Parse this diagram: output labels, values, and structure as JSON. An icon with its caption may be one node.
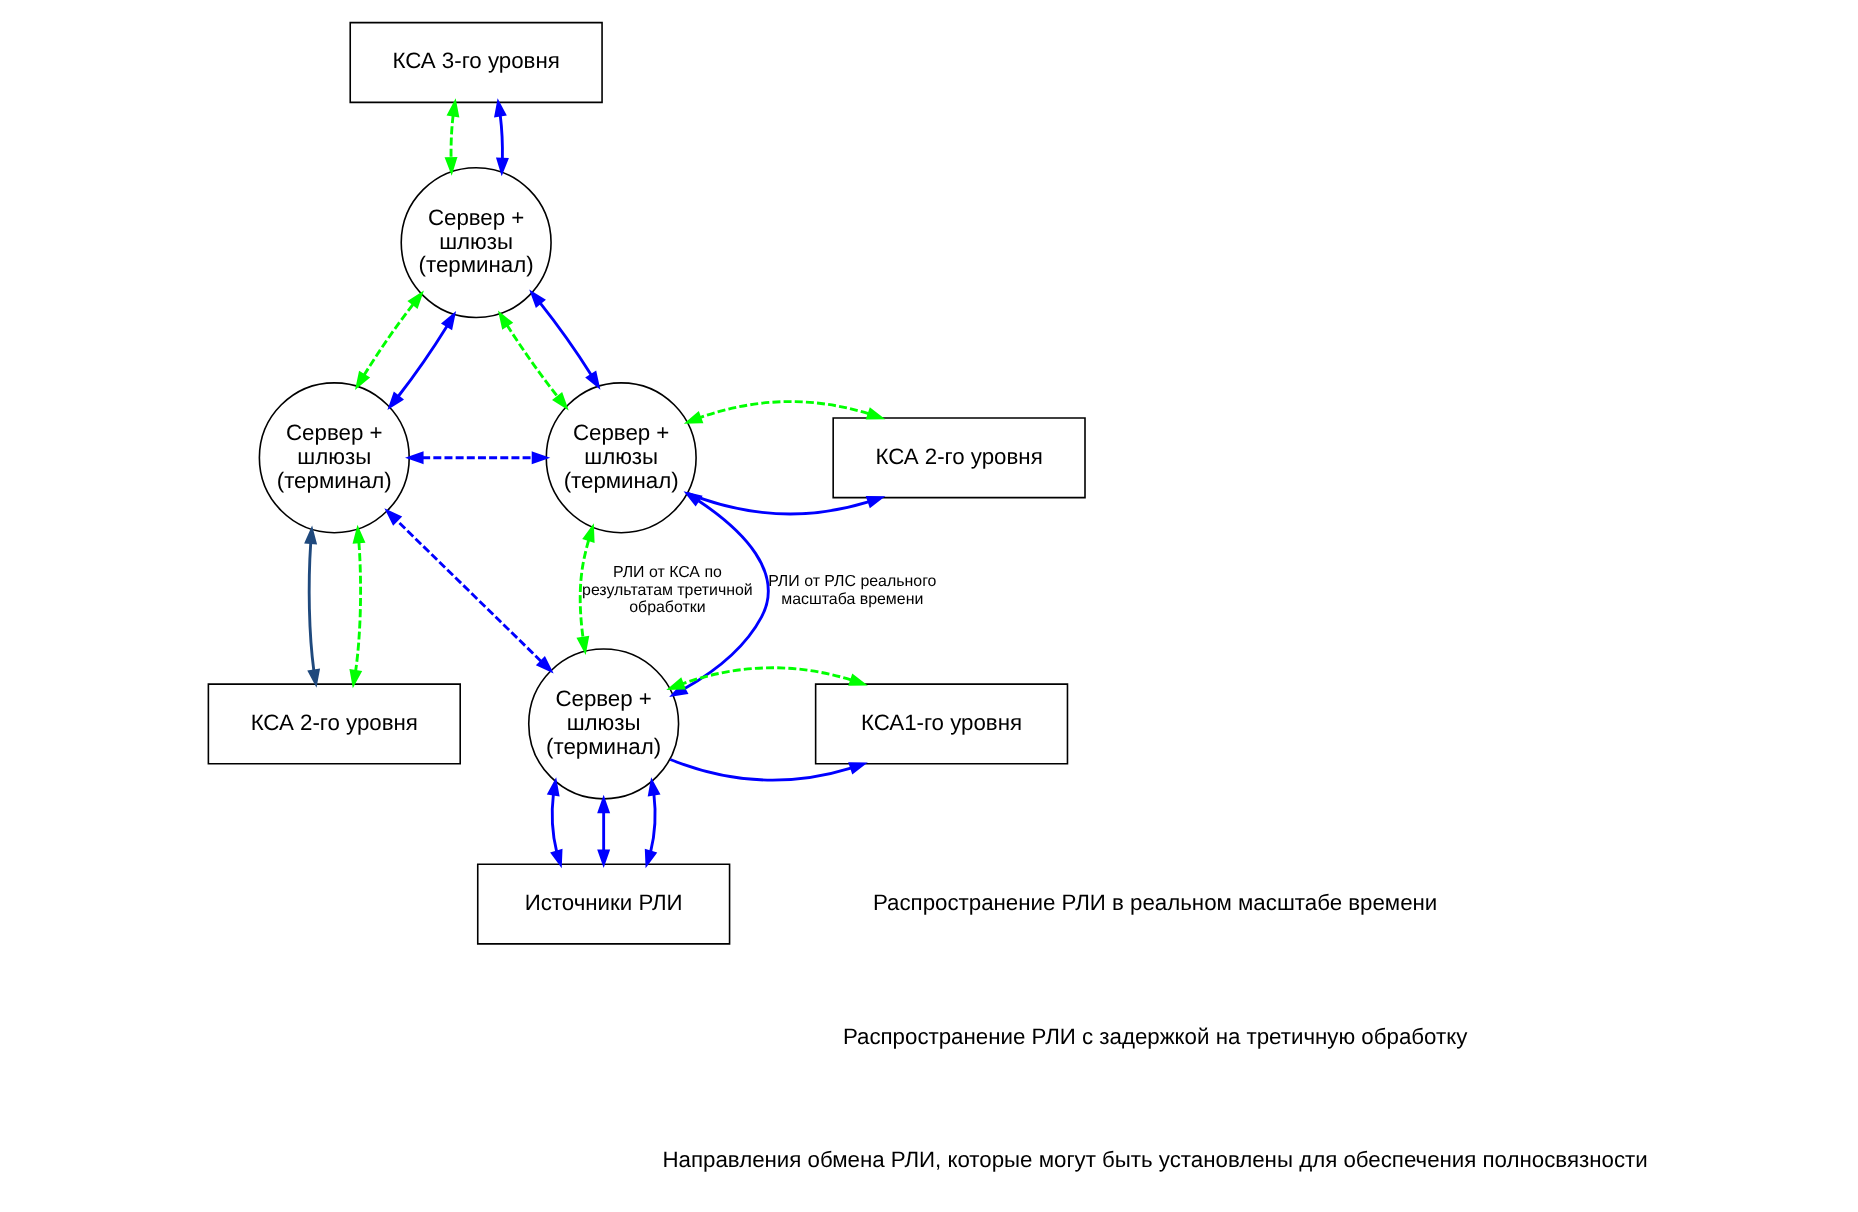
{
  "diagram": {
    "nodes": [
      {
        "text": [
          "КСА 3-го уровня"
        ]
      },
      {
        "text": [
          "Сервер + шлюзы (терминал)"
        ]
      },
      {
        "text": [
          "КСА 2-го уровня"
        ]
      },
      {
        "text": [
          "Сервер + шлюзы (терминал)"
        ]
      },
      {
        "text": [
          "Сервер + шлюзы (терминал)"
        ]
      },
      {
        "text": [
          "КСА 2-го уровня"
        ]
      },
      {
        "text": [
          "КСА1-го уровня"
        ]
      },
      {
        "text": [
          "Сервер + шлюзы (терминал)"
        ]
      },
      {
        "text": [
          "Источники РЛИ"
        ]
      }
    ],
    "edges": [
      {
        "from": 0,
        "to": 1,
        "arrow": "both",
        "style": "dashed",
        "color": "#00ff00"
      },
      {
        "from": 0,
        "to": 1,
        "arrow": "both"
      },
      {
        "from": 1,
        "to": 3,
        "arrow": "both",
        "style": "dashed",
        "color": "#00ff00"
      },
      {
        "from": 1,
        "to": 3,
        "arrow": "both"
      },
      {
        "from": 1,
        "to": 4,
        "arrow": "both",
        "style": "dashed",
        "color": "#00ff00"
      },
      {
        "from": 1,
        "to": 4,
        "arrow": "both"
      },
      {
        "from": 3,
        "to": 2,
        "arrow": "to"
      },
      {
        "from": 2,
        "to": 3,
        "arrow": "both",
        "style": "dashed",
        "color": "#00ff00"
      },
      {
        "from": 4,
        "to": 3,
        "arrow": "both",
        "style": "dashed"
      },
      {
        "from": 4,
        "to": 5,
        "arrow": "both",
        "color": "#1f497d"
      },
      {
        "from": 4,
        "to": 5,
        "arrow": "both",
        "style": "dashed",
        "color": "#00ff00"
      },
      {
        "from": 3,
        "to": 7,
        "arrow": "both",
        "style": "dashed",
        "color": "#00ff00",
        "label": "РЛИ от КСА по результатам третичной обработки"
      },
      {
        "from": 3,
        "to": 7,
        "arrow": "both",
        "label": "РЛИ от РЛС реального масштаба времени"
      },
      {
        "from": 7,
        "to": 4,
        "arrow": "both",
        "style": "dashed"
      },
      {
        "from": 7,
        "to": 6,
        "arrow": "to"
      },
      {
        "from": 6,
        "to": 7,
        "arrow": "both",
        "style": "dashed",
        "color": "#00ff00"
      },
      {
        "from": 7,
        "to": 8,
        "arrow": "both"
      },
      {
        "from": 7,
        "to": 8,
        "arrow": "both"
      },
      {
        "from": 7,
        "to": 8,
        "arrow": "both"
      }
    ],
    "legend": [
      {
        "text": "Распространение РЛИ в реальном масштабе времени"
      },
      {
        "text": "Распространение РЛИ с задержкой на третичную обработку"
      },
      {
        "text": "Направления обмена РЛИ, которые могут быть установлены для обеспечения полносвязности"
      }
    ]
  }
}
